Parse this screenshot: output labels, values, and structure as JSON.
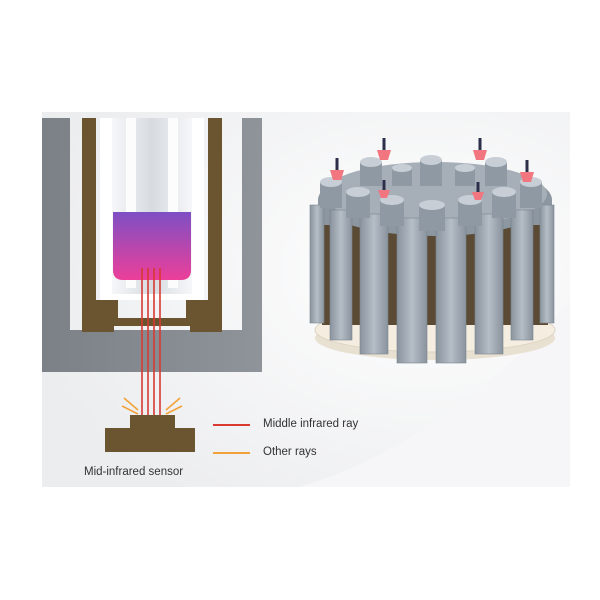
{
  "legend": {
    "middle_infrared_ray": {
      "label": "Middle infrared ray",
      "color": "#d83a32"
    },
    "other_rays": {
      "label": "Other rays",
      "color": "#f2a23a"
    }
  },
  "sensor": {
    "label": "Mid-infrared sensor"
  },
  "colors": {
    "housing": "#858b91",
    "tube_holder": "#6b5530",
    "tube_wall": "#ffffff",
    "sample_top": "#7e4fc4",
    "sample_bottom": "#ec3f99",
    "rotor_body": "#9ea8b2",
    "rotor_base": "#f4ede0"
  }
}
